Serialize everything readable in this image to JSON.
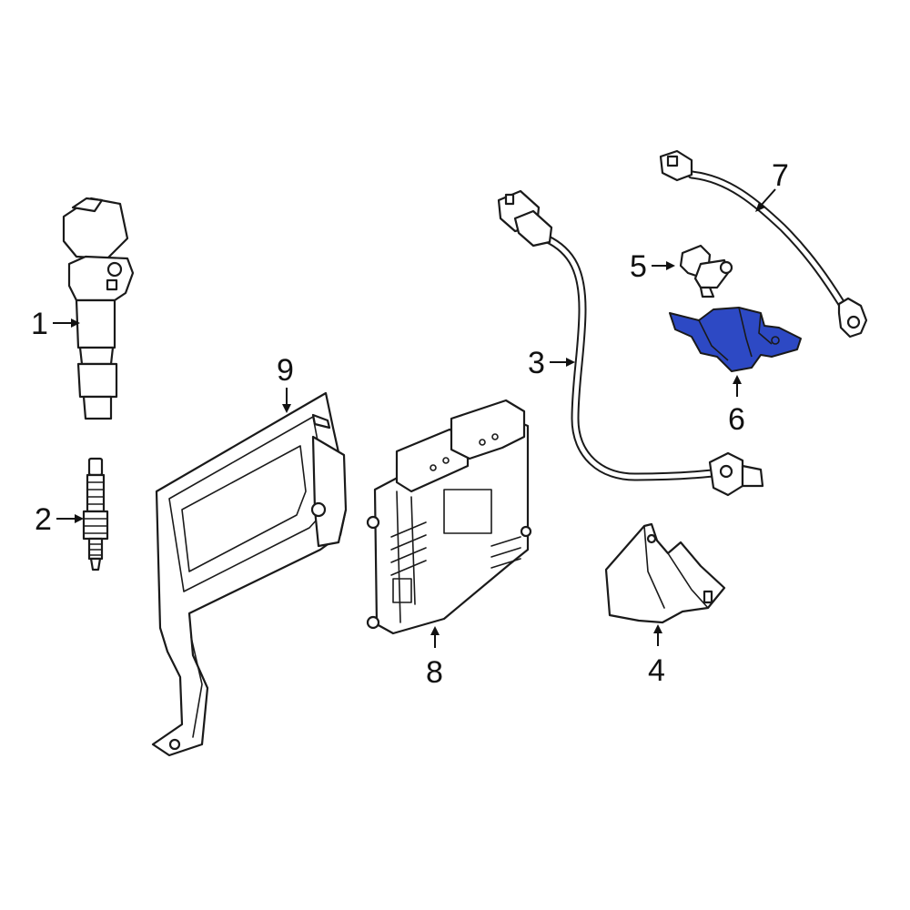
{
  "callouts": [
    {
      "id": "1",
      "label": "1"
    },
    {
      "id": "2",
      "label": "2"
    },
    {
      "id": "3",
      "label": "3"
    },
    {
      "id": "4",
      "label": "4"
    },
    {
      "id": "5",
      "label": "5"
    },
    {
      "id": "6",
      "label": "6"
    },
    {
      "id": "7",
      "label": "7"
    },
    {
      "id": "8",
      "label": "8"
    },
    {
      "id": "9",
      "label": "9"
    }
  ],
  "highlighted_part": "6",
  "colors": {
    "highlight": "#2d49c4",
    "line": "#1a1a1a",
    "background": "#ffffff"
  }
}
